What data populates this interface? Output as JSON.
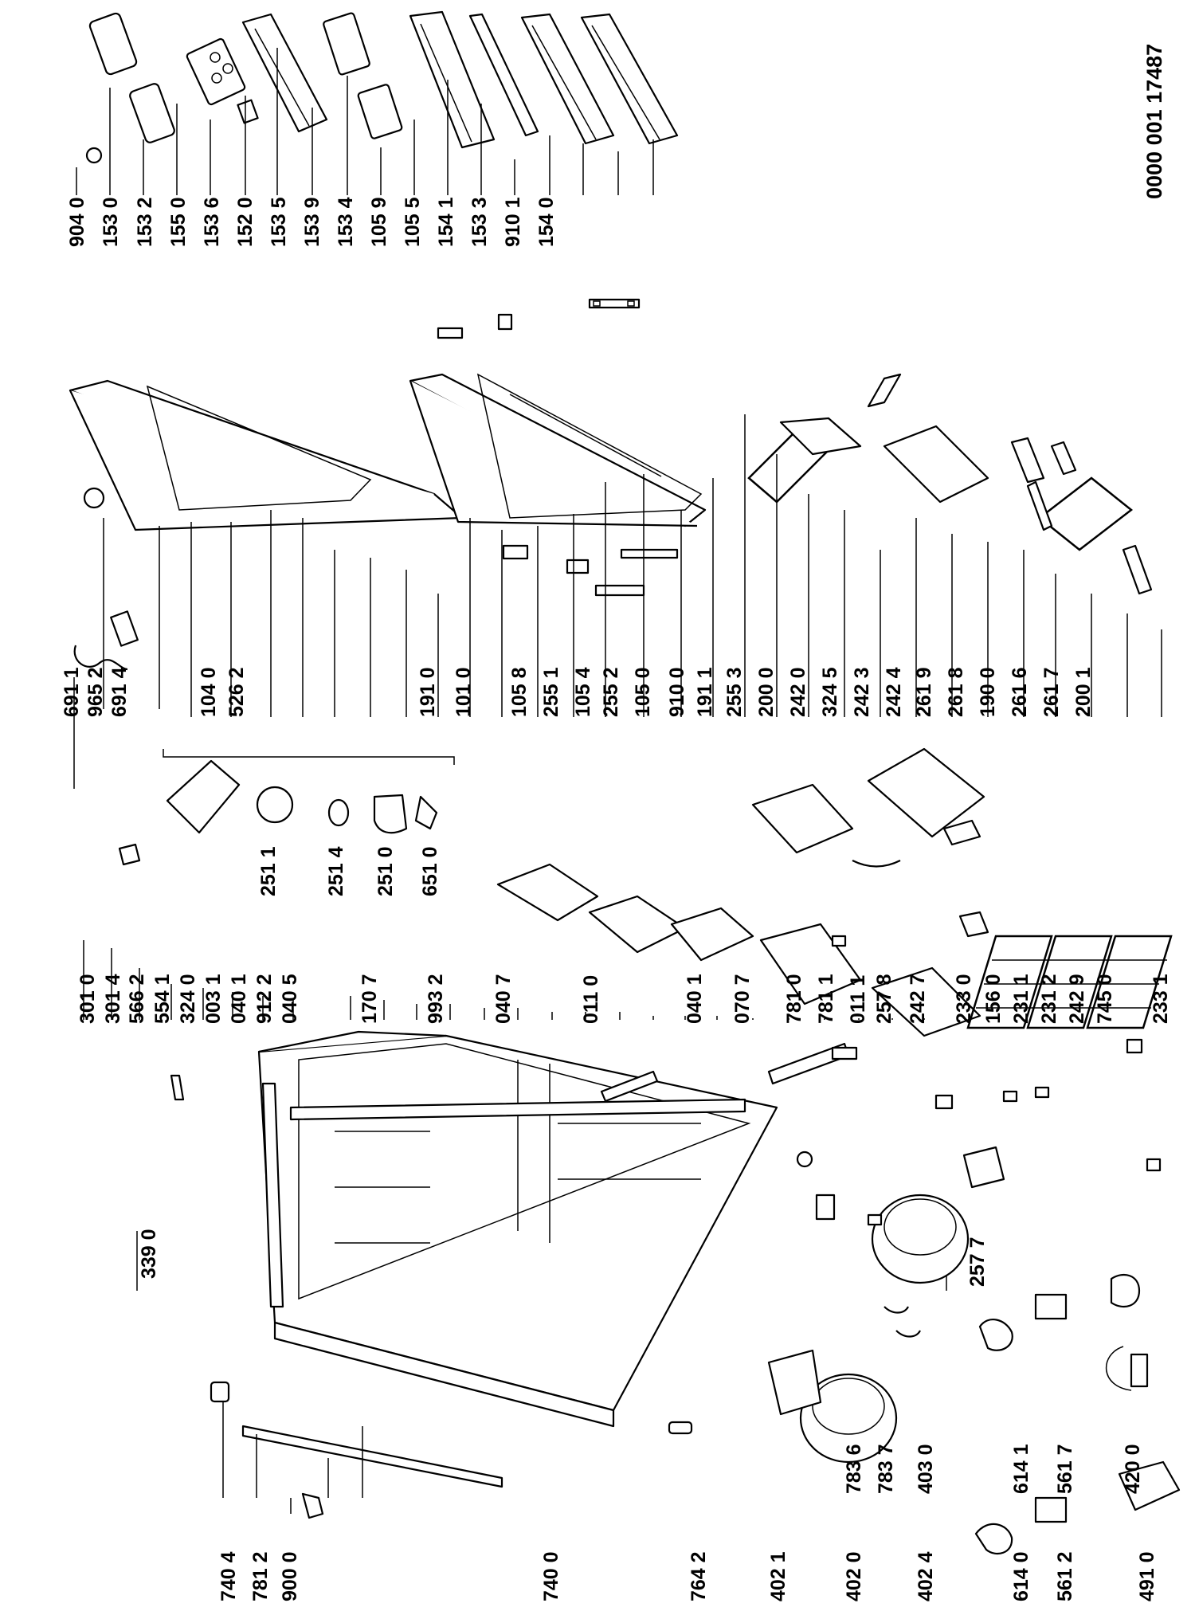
{
  "document_number": "0000 001 17487",
  "labels": [
    "904 0",
    "153 0",
    "153 2",
    "155 0",
    "153 6",
    "152 0",
    "153 5",
    "153 9",
    "153 4",
    "105 9",
    "105 5",
    "154 1",
    "153 3",
    "910 1",
    "154 0",
    "691 1",
    "965 2",
    "691 4",
    "104 0",
    "526 2",
    "191 0",
    "101 0",
    "105 8",
    "255 1",
    "105 4",
    "255 2",
    "105 0",
    "910 0",
    "191 1",
    "255 3",
    "200 0",
    "242 0",
    "324 5",
    "242 3",
    "242 4",
    "261 9",
    "261 8",
    "190 0",
    "261 6",
    "261 7",
    "200 1",
    "251 1",
    "251 4",
    "251 0",
    "651 0",
    "301 0",
    "301 4",
    "566 2",
    "554 1",
    "324 0",
    "003 1",
    "040 1",
    "912 2",
    "040 5",
    "170 7",
    "993 2",
    "040 7",
    "011 0",
    "040 1",
    "070 7",
    "781 0",
    "781 1",
    "011 1",
    "257 8",
    "242 7",
    "233 0",
    "156 0",
    "231 1",
    "231 2",
    "242 9",
    "745 0",
    "233 1",
    "339 0",
    "257 7",
    "783 6",
    "783 7",
    "403 0",
    "614 1",
    "561 7",
    "420 0",
    "740 4",
    "781 2",
    "900 0",
    "740 0",
    "764 2",
    "402 1",
    "402 0",
    "402 4",
    "614 0",
    "561 2",
    "491 0"
  ]
}
